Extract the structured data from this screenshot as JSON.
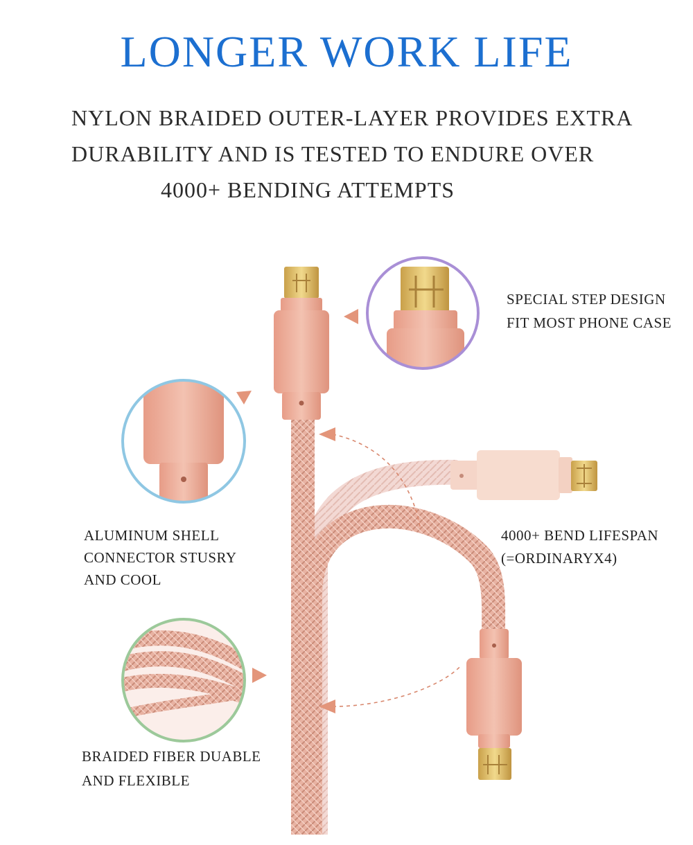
{
  "headline": "LONGER WORK LIFE",
  "subtitle": {
    "line1": "NYLON  BRAIDED OUTER-LAYER PROVIDES EXTRA",
    "line2": "DURABILITY AND IS TESTED TO ENDURE OVER",
    "line3": "4000+ BENDING ATTEMPTS"
  },
  "callouts": {
    "step_design": {
      "line1": "SPECIAL STEP DESIGN",
      "line2": "FIT MOST PHONE CASE"
    },
    "aluminum": {
      "line1": "ALUMINUM SHELL",
      "line2": "CONNECTOR STUSRY",
      "line3": "AND COOL"
    },
    "bend": {
      "line1": "4000+ BEND LIFESPAN",
      "line2": "(=ORDINARYX4)"
    },
    "braided": {
      "line1": "BRAIDED FIBER DUABLE",
      "line2": "AND FLEXIBLE"
    }
  },
  "colors": {
    "headline": "#1c6fd0",
    "rose_gold": "#e8a58e",
    "circle_purple": "#a98fd6",
    "circle_blue": "#8fc7e3",
    "circle_green": "#9cc99a",
    "arrow": "#e3957a"
  }
}
